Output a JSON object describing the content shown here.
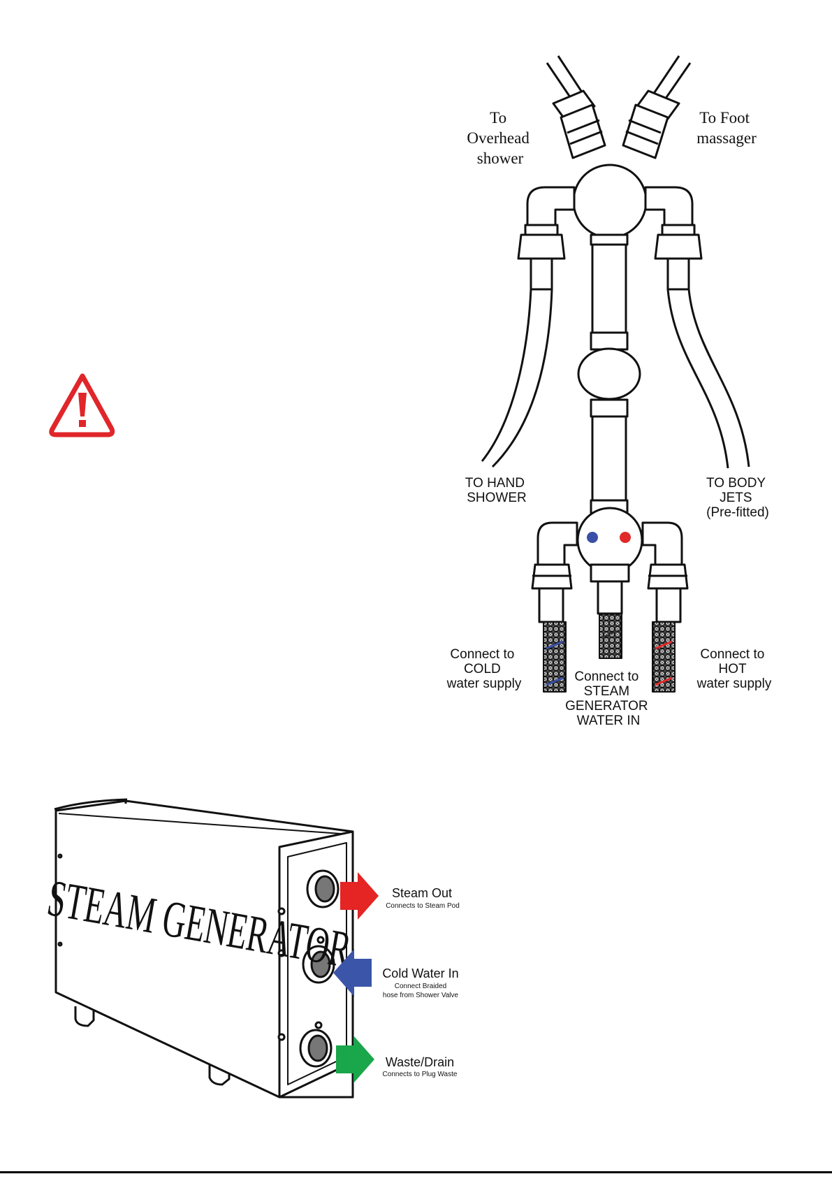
{
  "colors": {
    "warning_red": "#e0262a",
    "cold_blue": "#3a4fa6",
    "hot_red": "#e02a2a",
    "steam_out_red": "#e52424",
    "cold_in_blue": "#3b55a8",
    "drain_green": "#1aa64b",
    "outline": "#111111"
  },
  "icons": {
    "warning": "warning-triangle-icon"
  },
  "valve_diagram": {
    "labels": {
      "overhead": [
        "To",
        "Overhead",
        "shower"
      ],
      "foot": [
        "To Foot",
        "massager"
      ],
      "hand": [
        "TO HAND",
        "SHOWER"
      ],
      "body_jets": [
        "TO BODY",
        "JETS",
        "(Pre-fitted)"
      ],
      "cold_supply": [
        "Connect  to",
        "COLD",
        "water supply"
      ],
      "steam_in": [
        "Connect to",
        "STEAM",
        "GENERATOR",
        "WATER IN"
      ],
      "hot_supply": [
        "Connect  to",
        "HOT",
        "water supply"
      ]
    }
  },
  "steam_generator": {
    "body_text": "STEAM GENERATOR",
    "ports": [
      {
        "title": "Steam Out",
        "subtitle": [
          "Connects to Steam Pod"
        ]
      },
      {
        "title": "Cold Water In",
        "subtitle": [
          "Connect Braided",
          "hose from Shower Valve"
        ]
      },
      {
        "title": "Waste/Drain",
        "subtitle": [
          "Connects to Plug Waste"
        ]
      }
    ]
  }
}
